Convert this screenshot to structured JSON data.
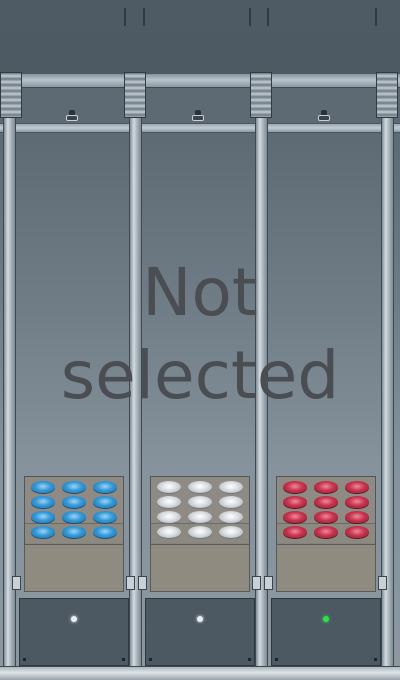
{
  "status": {
    "line1": "Not",
    "line2": "selected"
  },
  "rack": {
    "bays": [
      {
        "tray_color": "blue",
        "cup_rows": 4,
        "cup_cols": 3,
        "indicator": "white"
      },
      {
        "tray_color": "white",
        "cup_rows": 4,
        "cup_cols": 3,
        "indicator": "white"
      },
      {
        "tray_color": "red",
        "cup_rows": 4,
        "cup_cols": 3,
        "indicator": "green"
      }
    ],
    "colors": {
      "frame": "#5d6a74",
      "indicator_white": "#e8eef2",
      "indicator_green": "#2ee04a"
    }
  }
}
